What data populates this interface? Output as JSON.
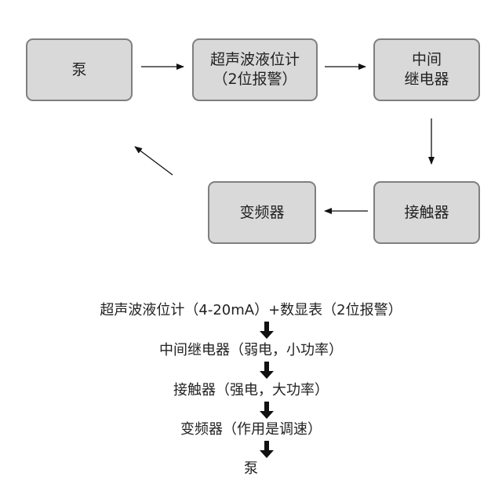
{
  "diagram": {
    "boxes": {
      "pump": "泵",
      "level_meter": "超声波液位计\n（2位报警）",
      "relay": "中间\n继电器",
      "inverter": "变频器",
      "contactor": "接触器"
    }
  },
  "flow": {
    "steps": [
      "超声波液位计（4-20mA）+数显表（2位报警）",
      "中间继电器（弱电，小功率）",
      "接触器（强电，大功率）",
      "变频器（作用是调速）",
      "泵"
    ]
  }
}
